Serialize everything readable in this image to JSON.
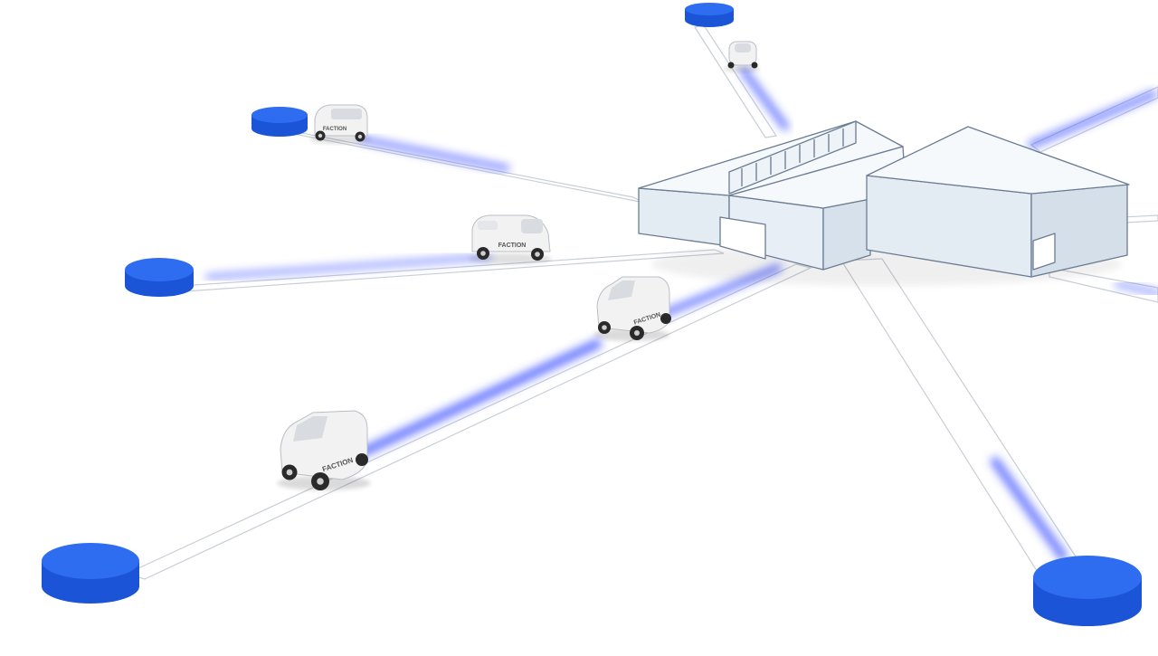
{
  "scene": {
    "subject": "autonomous delivery vehicles routed from a central hub warehouse to destination pads",
    "colors": {
      "background": "#ffffff",
      "ground": "#f5f6f8",
      "road": "#ffffff",
      "road_edge": "#c9ced6",
      "route_glow": "#3a4fff",
      "pad_top": "#2f6df0",
      "pad_side": "#1b54d6",
      "building_wall": "#e3ebf3",
      "building_roof": "#f6f9fc",
      "building_outline": "#6b7c92",
      "vehicle_body": "#f2f2f2",
      "vehicle_window": "#d8dbe0",
      "vehicle_tire": "#2a2a2a"
    }
  },
  "vehicles": [
    {
      "name": "vehicle-top",
      "branding": ""
    },
    {
      "name": "vehicle-upper-left",
      "branding": "FACTION"
    },
    {
      "name": "vehicle-middle-left",
      "branding": "FACTION"
    },
    {
      "name": "vehicle-center",
      "branding": "FACTION"
    },
    {
      "name": "vehicle-lower-left",
      "branding": "FACTION"
    }
  ]
}
